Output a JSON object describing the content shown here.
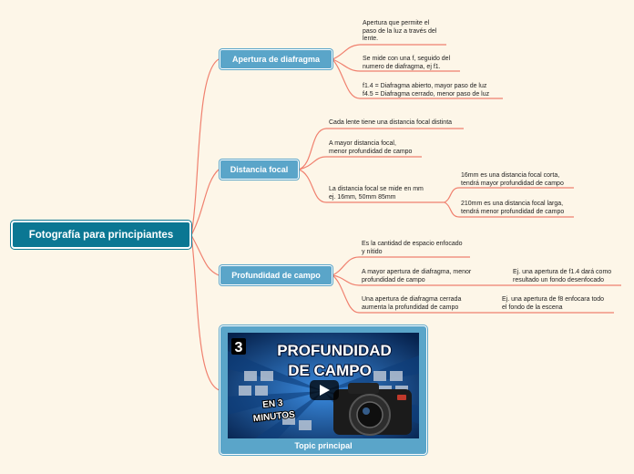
{
  "root": {
    "label": "Fotografía para principiantes"
  },
  "branches": {
    "aperture": {
      "label": "Apertura de diafragma",
      "notes": [
        "Apertura que permite el\npaso de la luz a través del\nlente.",
        "Se mide con una f, seguido del\nnumero de diafragma, ej f1.",
        "f1.4 = Diafragma abierto, mayor paso de luz\nf4.5 = Diafragma cerrado, menor paso de luz"
      ]
    },
    "focal": {
      "label": "Distancia focal",
      "notes": [
        "Cada lente tiene una distancia focal distinta",
        "A mayor distancia focal,\nmenor profundidad de campo",
        "La distancia focal se mide en mm\nej. 16mm, 50mm 85mm"
      ],
      "subnotes": [
        "16mm es una distancia focal corta,\ntendrá mayor profundidad de campo",
        "210mm es una distancia focal larga,\ntendrá menor profundidad de campo"
      ]
    },
    "depth": {
      "label": "Profundidad de campo",
      "notes": [
        "Es la cantidad de espacio enfocado\ny nítido",
        "A mayor apertura de diafragma, menor\nprofundidad de campo",
        "Una apertura de diafragma cerrada\naumenta la profundidad de campo"
      ],
      "subnotes": [
        "Ej. una apertura de f1.4 dará como\nresultado un fondo desenfocado",
        "Ej. una apertura de f8 enfocara todo\nel fondo de la escena"
      ]
    }
  },
  "video": {
    "number": "3",
    "title_line1": "PROFUNDIDAD",
    "title_line2": "DE CAMPO",
    "badge_line1": "EN 3",
    "badge_line2": "MINUTOS",
    "caption": "Topic principal"
  },
  "colors": {
    "background": "#fdf6e8",
    "root": "#0b7793",
    "branch": "#5aa5c9",
    "connector": "#f0816f"
  },
  "icons": [
    "play-icon",
    "camera-icon"
  ]
}
